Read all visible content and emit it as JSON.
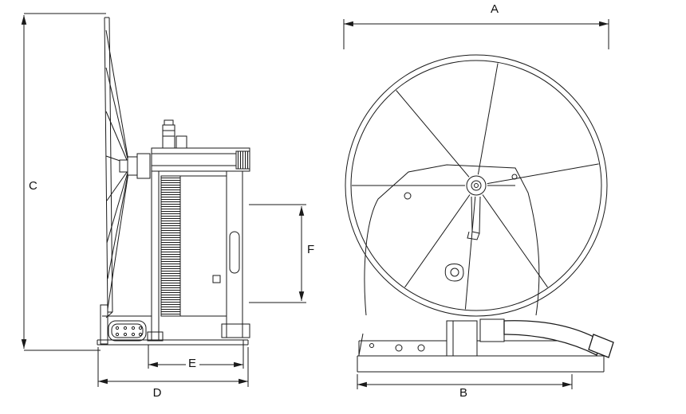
{
  "drawing": {
    "labels": {
      "A": "A",
      "B": "B",
      "C": "C",
      "D": "D",
      "E": "E",
      "F": "F"
    },
    "colors": {
      "line": "#1a1a1a",
      "background": "#ffffff"
    }
  }
}
